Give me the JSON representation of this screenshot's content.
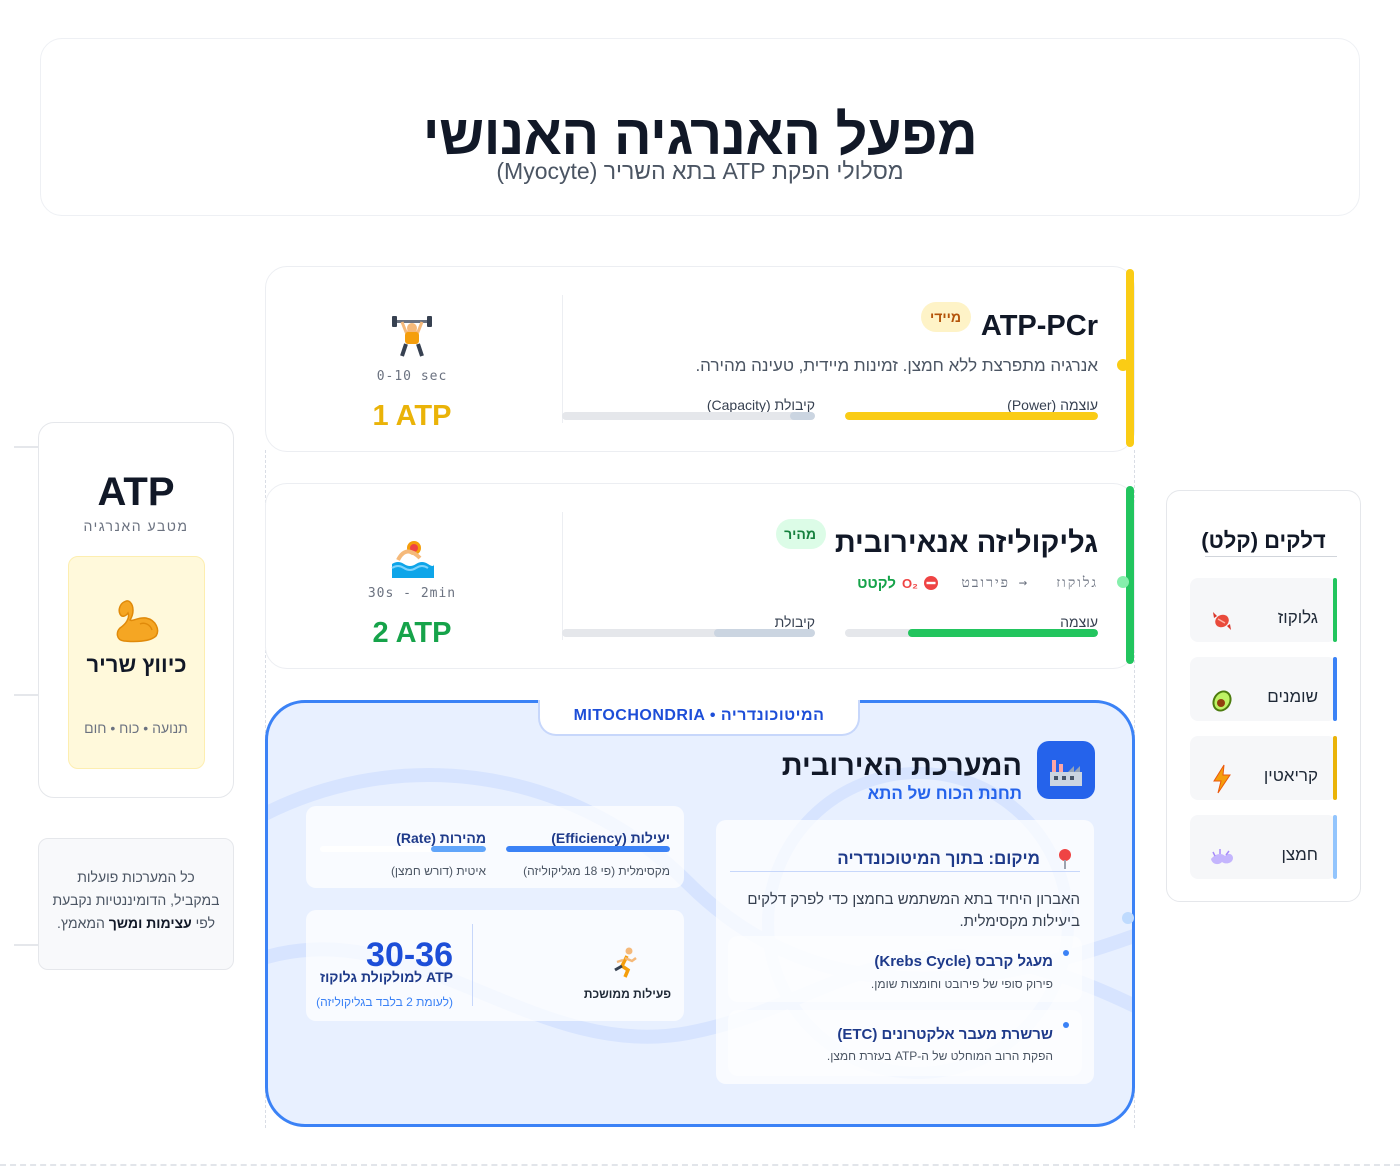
{
  "header": {
    "title": "מפעל האנרגיה האנושי",
    "subtitle": "מסלולי הפקת ATP בתא השריר (Myocyte)"
  },
  "atp_currency": {
    "title": "ATP",
    "caption": "מטבע האנרגיה",
    "muscle_icon": "flexed-biceps-icon",
    "use_title": "כיווץ שריר",
    "use_sub": "תנועה • כוח • חום"
  },
  "note": {
    "text_before": "כל המערכות פועלות במקביל, הדומיננטיות נקבעת לפי ",
    "text_bold": "עצימות ומשך",
    "text_after": " המאמץ."
  },
  "fuels": {
    "title": "דלקים (קלט)",
    "items": [
      {
        "label": "גלוקוז",
        "icon": "candy-icon",
        "color": "#22c55e"
      },
      {
        "label": "שומנים",
        "icon": "avocado-icon",
        "color": "#3b82f6"
      },
      {
        "label": "קריאטין",
        "icon": "lightning-icon",
        "color": "#eab308"
      },
      {
        "label": "חמצן",
        "icon": "oxygen-bubbles-icon",
        "color": "#93c5fd"
      }
    ]
  },
  "systems": [
    {
      "title": "ATP-PCr",
      "badge": "מיידי",
      "description": "אנרגיה מתפרצת ללא חמצן. זמינות מיידית, טעינה מהירה.",
      "power_label": "עוצמה (Power)",
      "capacity_label": "קיבולת (Capacity)",
      "power": 1.0,
      "capacity": 0.1,
      "icon": "weightlifter-icon",
      "timeframe": "0-10 sec",
      "atp_output": "1 ATP",
      "color": "#facc15"
    },
    {
      "title": "גליקוליזה אנאירובית",
      "badge": "מהיר",
      "chain": [
        "גלוקוז",
        "→",
        "פירובט"
      ],
      "no_o2": "O₂",
      "result": "לקטט",
      "power_label": "עוצמה",
      "capacity_label": "קיבולת",
      "power": 0.75,
      "capacity": 0.4,
      "icon": "swimmer-icon",
      "timeframe": "30s - 2min",
      "atp_output": "2 ATP",
      "color": "#22c55e"
    }
  ],
  "aerobic": {
    "tab": "MITOCHONDRIA • המיטוכונדריה",
    "title": "המערכת האירובית",
    "subtitle": "תחנת הכוח של התא",
    "icon": "factory-icon",
    "location": {
      "title": "מיקום: בתוך המיטוכונדריה",
      "icon": "pin-icon",
      "description": "האברון היחיד בתא המשתמש בחמצן כדי לפרק דלקים ביעילות מקסימלית."
    },
    "steps": [
      {
        "title": "מעגל קרבס (Krebs Cycle)",
        "desc": "פירוק סופי של פירובט וחומצות שומן."
      },
      {
        "title": "שרשרת מעבר אלקטרונים (ETC)",
        "desc": "הפקת הרוב המוחלט של ה-ATP בעזרת חמצן."
      }
    ],
    "efficiency": {
      "label": "יעילות (Efficiency)",
      "sub": "מקסימלית (פי 18 מגליקוליזה)",
      "value": 1.0
    },
    "rate": {
      "label": "מהירות (Rate)",
      "sub": "איטית (דורש חמצן)",
      "value": 0.33
    },
    "output": {
      "number": "30-36",
      "unit": "ATP למולקולת גלוקוז",
      "note": "(לעומת 2 בלבד בגליקוליזה)"
    },
    "activity": {
      "label": "פעילות ממושכת",
      "icon": "runner-icon"
    }
  }
}
